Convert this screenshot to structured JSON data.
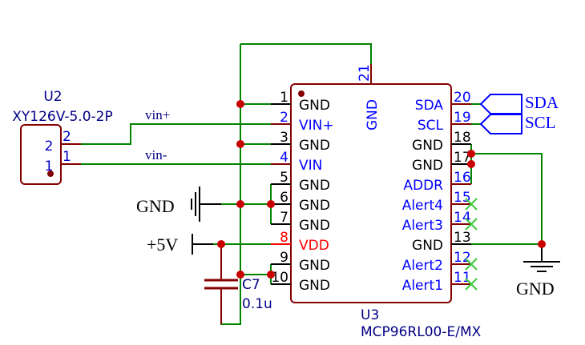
{
  "colors": {
    "wire": "#008400",
    "pin": "#840000",
    "body": "#840000",
    "junction": "#c80000",
    "text_blue": "#0000c8",
    "pin_name_blue": "#0000ff",
    "text_black": "#000000",
    "power_pin": "#ff0000",
    "noconnect": "#3cc83c",
    "label_blue": "#0000ff",
    "ref_dark": "#000084"
  },
  "u2": {
    "ref": "U2",
    "value": "XY126V-5.0-2P",
    "pins": [
      {
        "number": "2",
        "inner": "2"
      },
      {
        "number": "1",
        "inner": "1"
      }
    ]
  },
  "nets": {
    "vin_plus": "vin+",
    "vin_minus": "vin-",
    "gnd_left": "GND",
    "plus5v": "+5V",
    "gnd_right": "GND",
    "sda": "SDA",
    "scl": "SCL"
  },
  "u3": {
    "ref": "U3",
    "value": "MCP96RL00-E/MX",
    "top_pin": {
      "number": "21",
      "name": "GND"
    },
    "left_pins": [
      {
        "number": "1",
        "name": "GND",
        "type": "black"
      },
      {
        "number": "2",
        "name": "VIN+",
        "type": "blue"
      },
      {
        "number": "3",
        "name": "GND",
        "type": "black"
      },
      {
        "number": "4",
        "name": "VIN",
        "type": "blue"
      },
      {
        "number": "5",
        "name": "GND",
        "type": "black"
      },
      {
        "number": "6",
        "name": "GND",
        "type": "black"
      },
      {
        "number": "7",
        "name": "GND",
        "type": "black"
      },
      {
        "number": "8",
        "name": "VDD",
        "type": "power"
      },
      {
        "number": "9",
        "name": "GND",
        "type": "black"
      },
      {
        "number": "10",
        "name": "GND",
        "type": "black"
      }
    ],
    "right_pins": [
      {
        "number": "20",
        "name": "SDA",
        "type": "blue"
      },
      {
        "number": "19",
        "name": "SCL",
        "type": "blue"
      },
      {
        "number": "18",
        "name": "GND",
        "type": "black"
      },
      {
        "number": "17",
        "name": "GND",
        "type": "black"
      },
      {
        "number": "16",
        "name": "ADDR",
        "type": "blue"
      },
      {
        "number": "15",
        "name": "Alert4",
        "type": "blue"
      },
      {
        "number": "14",
        "name": "Alert3",
        "type": "blue"
      },
      {
        "number": "13",
        "name": "GND",
        "type": "black"
      },
      {
        "number": "12",
        "name": "Alert2",
        "type": "blue"
      },
      {
        "number": "11",
        "name": "Alert1",
        "type": "blue"
      }
    ]
  },
  "c7": {
    "ref": "C7",
    "value": "0.1u"
  }
}
